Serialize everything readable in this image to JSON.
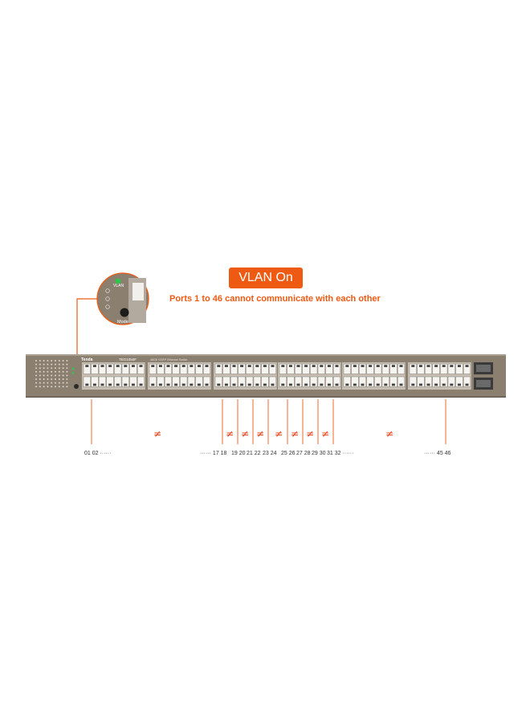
{
  "mode_badge": "VLAN On",
  "description": "Ports 1 to 46 cannot communicate with each other",
  "colors": {
    "accent": "#ef5a13",
    "chassis": "#8b7f70",
    "port_led_green": "#2fc44a",
    "not_equal_slash": "#e8431b"
  },
  "device": {
    "brand": "Tenda",
    "model": "TEG1050F",
    "tagline": "48GE+2SFP Ethernet Switch"
  },
  "callout": {
    "led_label": "VLAN",
    "button_label": "Mode"
  },
  "port_labels": {
    "left": "01 02 ······",
    "mid_left": "······ 17 18",
    "p19_20": "19 20",
    "p21_22": "21 22",
    "p23_24": "23 24",
    "p25_26": "25 26",
    "p27_28": "27 28",
    "p29_30": "29 30",
    "p31_32": "31 32 ······",
    "right": "······ 45 46"
  },
  "not_equal_symbol": "≠"
}
